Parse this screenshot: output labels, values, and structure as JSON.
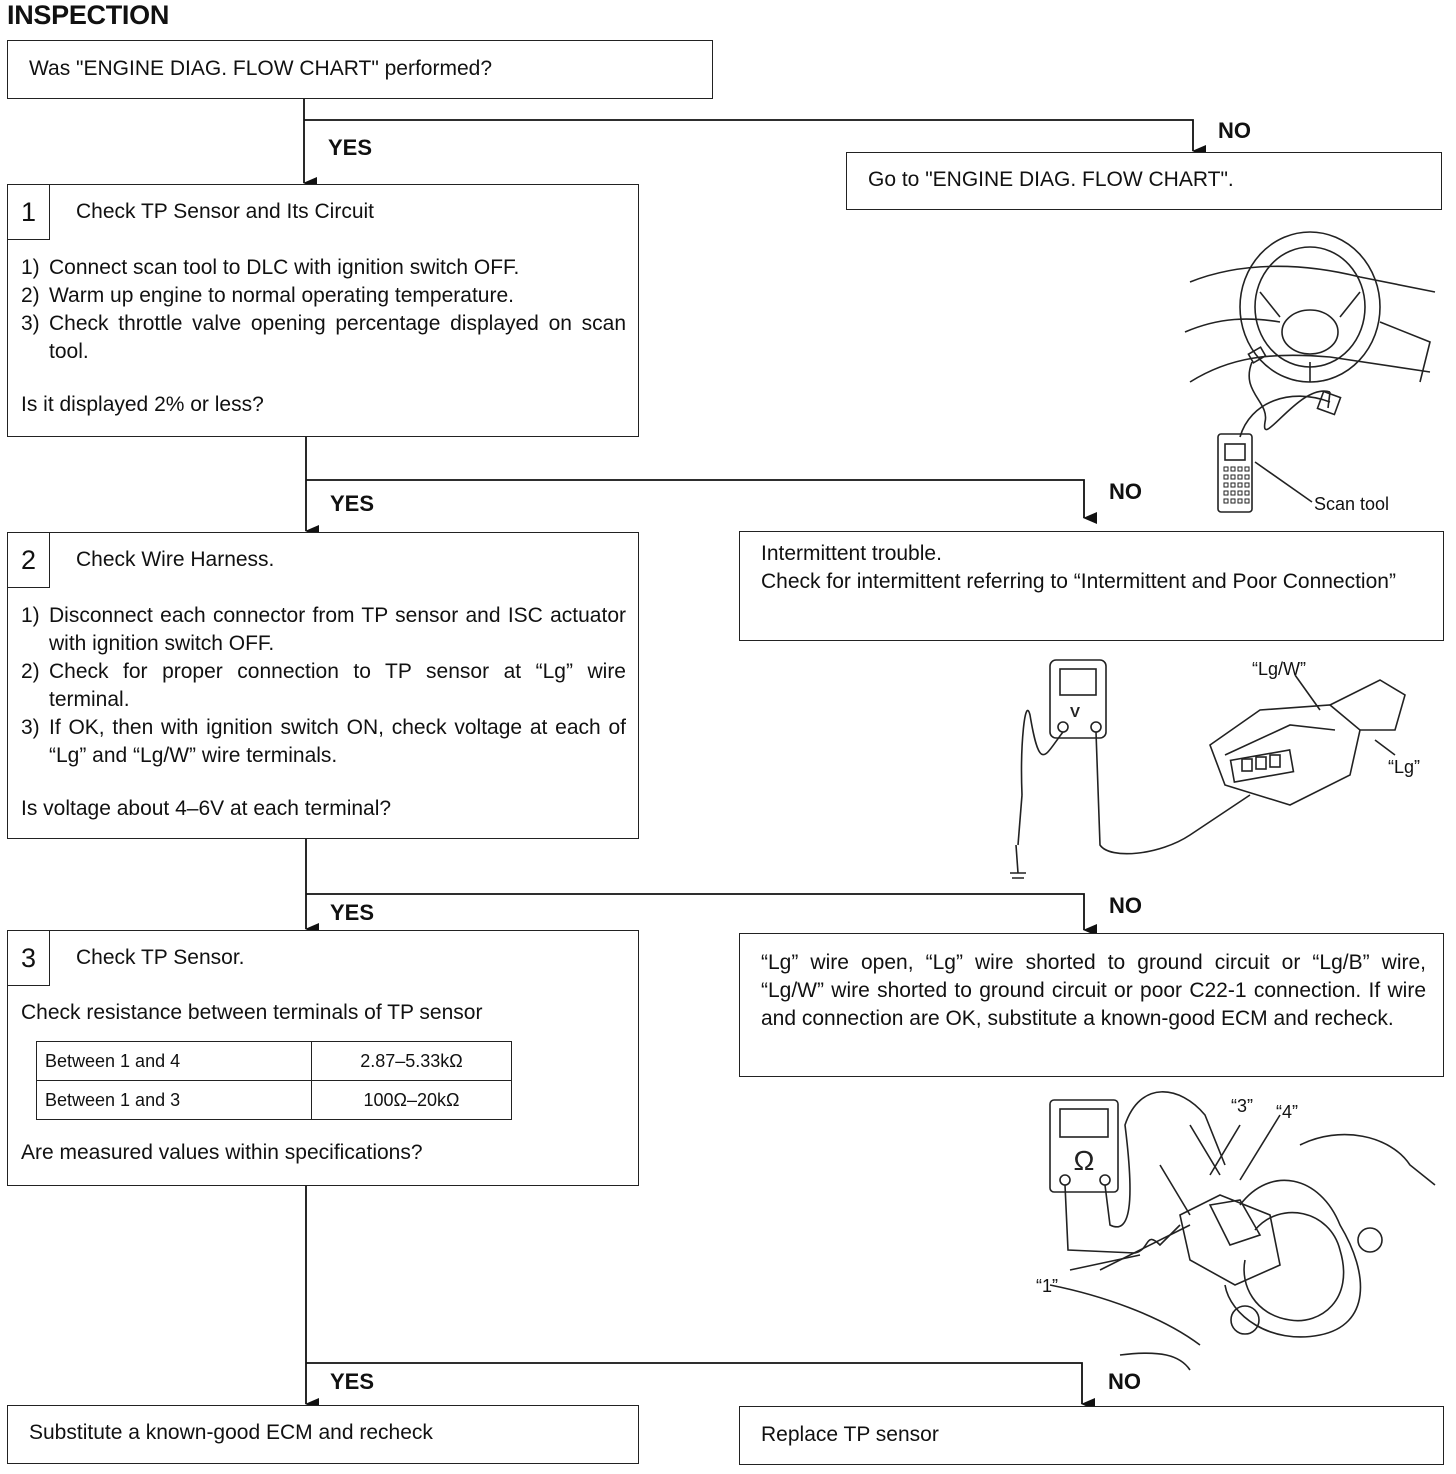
{
  "heading": "INSPECTION",
  "start": {
    "question": "Was \"ENGINE DIAG. FLOW CHART\" performed?"
  },
  "start_no_action": "Go to \"ENGINE DIAG. FLOW CHART\".",
  "yes_label": "YES",
  "no_label": "NO",
  "steps": [
    {
      "number": "1",
      "title": "Check TP Sensor and Its Circuit",
      "items": [
        {
          "n": "1)",
          "text": "Connect scan tool to DLC with ignition switch OFF."
        },
        {
          "n": "2)",
          "text": "Warm up engine to normal operating temperature."
        },
        {
          "n": "3)",
          "text": "Check throttle valve opening percentage displayed on scan tool."
        }
      ],
      "question": "Is it displayed 2% or less?",
      "no_action_lines": [
        "Intermittent trouble.",
        "Check for intermittent referring to “Intermittent and Poor Connection”"
      ]
    },
    {
      "number": "2",
      "title": "Check Wire Harness.",
      "items": [
        {
          "n": "1)",
          "text": "Disconnect each connector from TP sensor and ISC actuator with ignition switch OFF."
        },
        {
          "n": "2)",
          "text": "Check for proper connection to TP sensor at “Lg” wire terminal."
        },
        {
          "n": "3)",
          "text": "If OK, then with ignition switch ON, check voltage at each of “Lg” and “Lg/W” wire terminals."
        }
      ],
      "question": "Is voltage about 4–6V at each terminal?",
      "no_action": "“Lg” wire open, “Lg” wire shorted to ground circuit or “Lg/B” wire, “Lg/W” wire shorted to ground circuit or poor C22-1 connection. If wire and connection are OK, substitute a known-good ECM and recheck."
    },
    {
      "number": "3",
      "title": "Check TP Sensor.",
      "intro": "Check resistance between terminals of TP sensor",
      "table": [
        [
          "Between 1 and 4",
          "2.87–5.33kΩ"
        ],
        [
          "Between 1 and 3",
          "100Ω–20kΩ"
        ]
      ],
      "question": "Are measured values within specifications?",
      "yes_action": "Substitute a known-good ECM and recheck",
      "no_action": "Replace TP sensor"
    }
  ],
  "illustrations": {
    "scan_tool_label": "Scan tool",
    "connector_labels": [
      "“Lg/W”",
      "“Lg”"
    ],
    "voltmeter_symbol": "V",
    "ohmmeter_symbol": "Ω",
    "sensor_labels": [
      "“3”",
      "“4”",
      "“1”"
    ]
  }
}
